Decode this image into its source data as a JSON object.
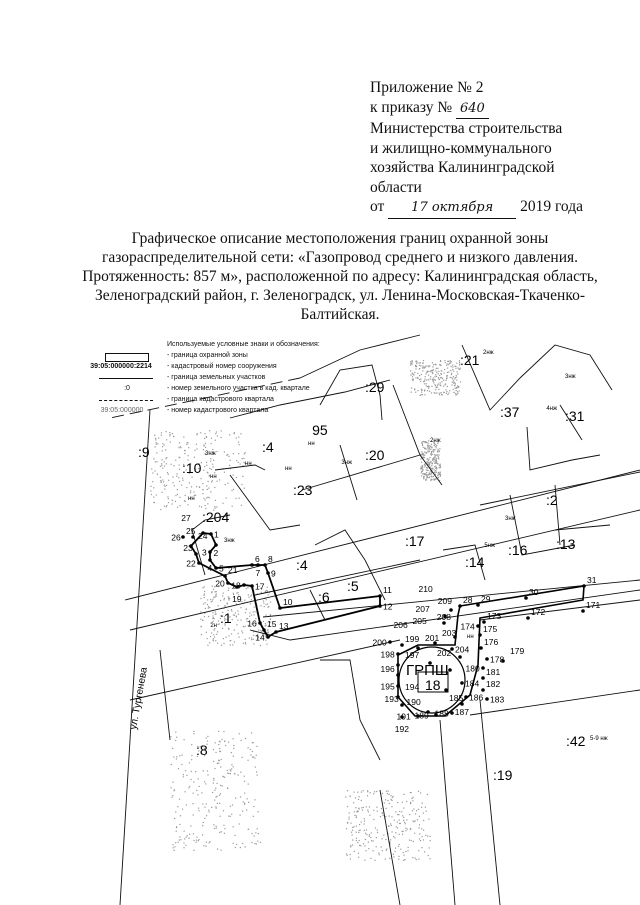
{
  "header": {
    "line1": "Приложение № 2",
    "line2_prefix": "к приказу №",
    "order_number": "640",
    "line3": "Министерства строительства",
    "line4": "и жилищно-коммунального",
    "line5": "хозяйства Калининградской",
    "line6": "области",
    "date_prefix": "от",
    "date_handwritten": "17 октября",
    "date_suffix": "2019 года"
  },
  "title": "Графическое описание местоположения границ охранной зоны газораспределительной сети: «Газопровод среднего и низкого давления. Протяженность: 857 м», расположенной по адресу: Калининградская область, Зеленоградский район, г. Зеленоградск, ул. Ленина-Московская-Ткаченко-Балтийская.",
  "legend": {
    "title": "Используемые условные знаки и обозначения:",
    "items": [
      {
        "symbol": "",
        "text": "- граница охранной зоны"
      },
      {
        "symbol": "39:05:000000:2214",
        "text": "- кадастровый номер сооружения"
      },
      {
        "symbol": "",
        "text": "- граница земельных участков"
      },
      {
        "symbol": ":0",
        "text": "- номер земельного участка в кад. квартале"
      },
      {
        "symbol": "",
        "text": "- граница кадастрового квартала"
      },
      {
        "symbol": "39:05:000000",
        "text": "- номер кадастрового квартала"
      }
    ]
  },
  "map": {
    "parcels": [
      ":21",
      ":29",
      "95",
      ":37",
      ":31",
      ":4",
      ":20",
      ":10",
      ":9",
      ":23",
      ":204",
      ":2",
      ":17",
      ":16",
      ":13",
      ":14",
      ":4",
      ":5",
      ":6",
      ":1",
      ":8",
      ":42",
      ":19"
    ],
    "street": "ул. Тургенева",
    "grpsh": "ГРПШ",
    "grpsh_number": "18",
    "points": [
      "1",
      "2",
      "3",
      "4",
      "5",
      "6",
      "7",
      "8",
      "9",
      "10",
      "11",
      "12",
      "13",
      "14",
      "15",
      "16",
      "17",
      "18",
      "19",
      "20",
      "21",
      "22",
      "23",
      "24",
      "25",
      "26",
      "27",
      "28",
      "29",
      "30",
      "31",
      "171",
      "172",
      "173",
      "174",
      "175",
      "176",
      "178",
      "179",
      "180",
      "181",
      "182",
      "183",
      "184",
      "185",
      "186",
      "187",
      "188",
      "189",
      "190",
      "191",
      "192",
      "193",
      "194",
      "195",
      "196",
      "197",
      "198",
      "199",
      "200",
      "201",
      "202",
      "203",
      "204",
      "205",
      "206",
      "207",
      "208",
      "209",
      "210"
    ],
    "building_marks": [
      "нн",
      "нн",
      "нн",
      "нн",
      "нн",
      "нн",
      "3нж",
      "3нж",
      "2н",
      "2нж",
      "3нж",
      "5нж",
      "2нж",
      "4нж",
      "3нж",
      "3нж",
      "5-9 нж"
    ]
  }
}
